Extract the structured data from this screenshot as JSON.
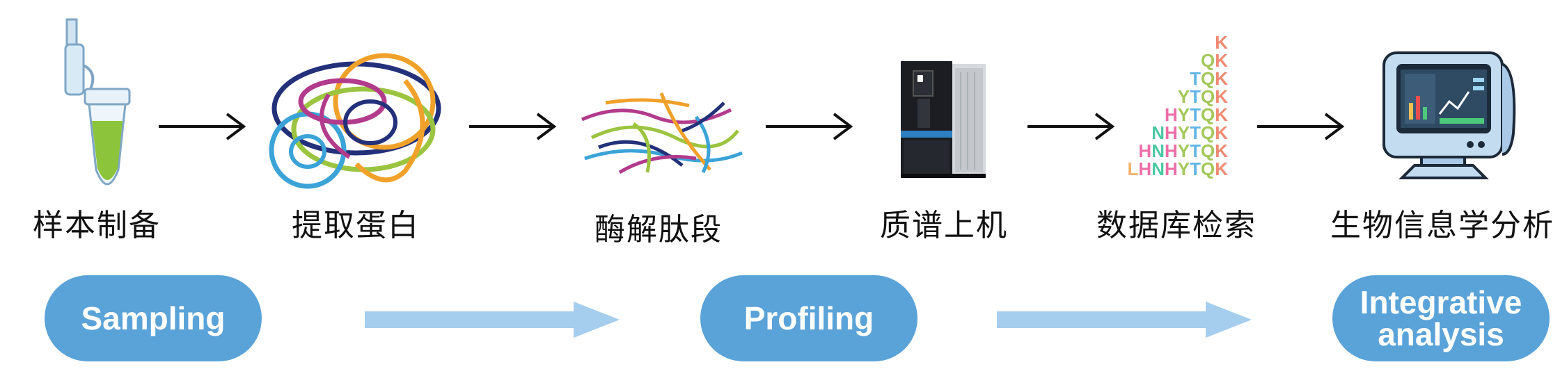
{
  "steps": [
    {
      "label": "样本制备",
      "icon": "sample-tube-icon"
    },
    {
      "label": "提取蛋白",
      "icon": "protein-tangle-icon"
    },
    {
      "label": "酶解肽段",
      "icon": "peptide-fragments-icon"
    },
    {
      "label": "质谱上机",
      "icon": "mass-spectrometer-icon"
    },
    {
      "label": "数据库检索",
      "icon": "peptide-ladder-icon"
    },
    {
      "label": "生物信息学分析",
      "icon": "computer-monitor-icon"
    }
  ],
  "stages": [
    {
      "label": "Sampling"
    },
    {
      "label": "Profiling"
    },
    {
      "label": "Integrative analysis",
      "line1": "Integrative",
      "line2": "analysis"
    }
  ],
  "peptide_ladder": [
    "K",
    "QK",
    "TQK",
    "YTQK",
    "HYTQK",
    "NHYTQK",
    "HNHYTQK",
    "LHNHYTQK"
  ],
  "letter_colors": {
    "L": "#f2b36a",
    "H": "#ec6ea6",
    "N": "#4cc9a4",
    "Y": "#a3c85a",
    "T": "#62b6e6",
    "Q": "#a3c85a",
    "K": "#f08a72"
  },
  "colors": {
    "accent": "#5aa3d8",
    "light_arrow": "#a5cdee"
  }
}
